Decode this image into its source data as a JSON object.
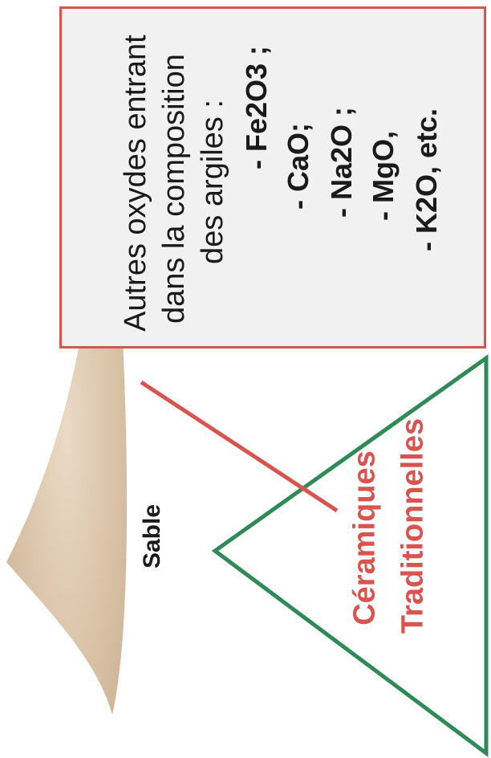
{
  "info_box": {
    "line1": "Autres oxydes entrant",
    "line2": "dans la composition",
    "line3": "des argiles  :",
    "items": [
      "-  Fe2O3 ;",
      "- CaO;",
      "- Na2O ;",
      "- MgO,",
      "- K2O, etc."
    ]
  },
  "labels": {
    "sand": "Sable",
    "ceramics_line1": "Céramiques",
    "ceramics_line2": "Traditionnelles"
  },
  "colors": {
    "box_border": "#d9534f",
    "triangle": "#2e8b57",
    "cut_line": "#d9534f",
    "ceramics_text": "#d9534f"
  }
}
